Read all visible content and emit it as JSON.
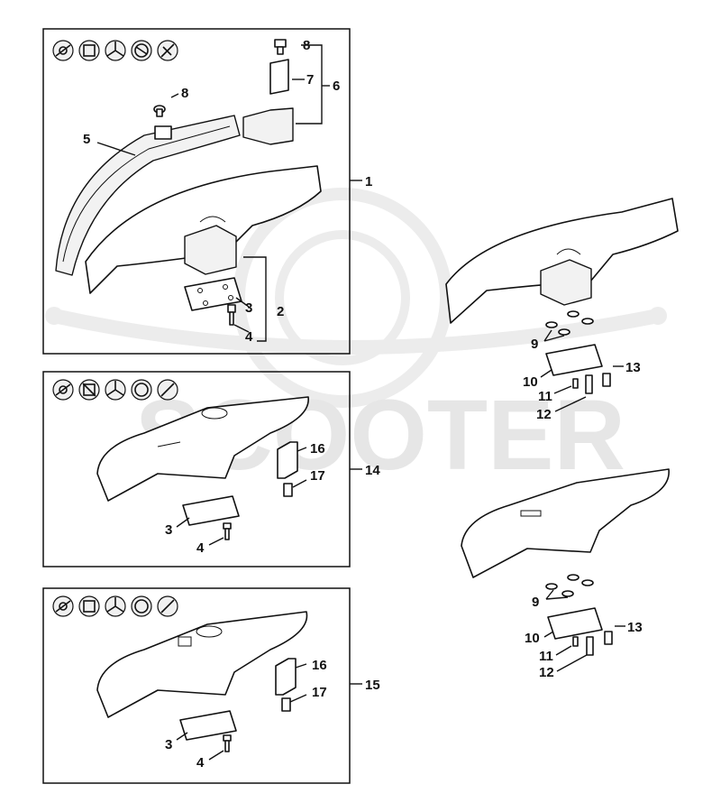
{
  "watermark": {
    "text": "SCOOTER"
  },
  "tool_icons": [
    "trimmer-head-icon",
    "square-blade-icon",
    "three-tooth-blade-icon",
    "circular-saw-blade-icon",
    "brush-knife-icon"
  ],
  "callouts": {
    "c1": "1",
    "c2": "2",
    "c3a": "3",
    "c4a": "4",
    "c5": "5",
    "c6": "6",
    "c7": "7",
    "c8a": "8",
    "c8b": "8",
    "c3b": "3",
    "c4b": "4",
    "c14": "14",
    "c16a": "16",
    "c17a": "17",
    "c3c": "3",
    "c4c": "4",
    "c15": "15",
    "c16b": "16",
    "c17b": "17",
    "c9a": "9",
    "c10a": "10",
    "c11a": "11",
    "c12a": "12",
    "c13a": "13",
    "c9b": "9",
    "c10b": "10",
    "c11b": "11",
    "c12b": "12",
    "c13b": "13"
  }
}
